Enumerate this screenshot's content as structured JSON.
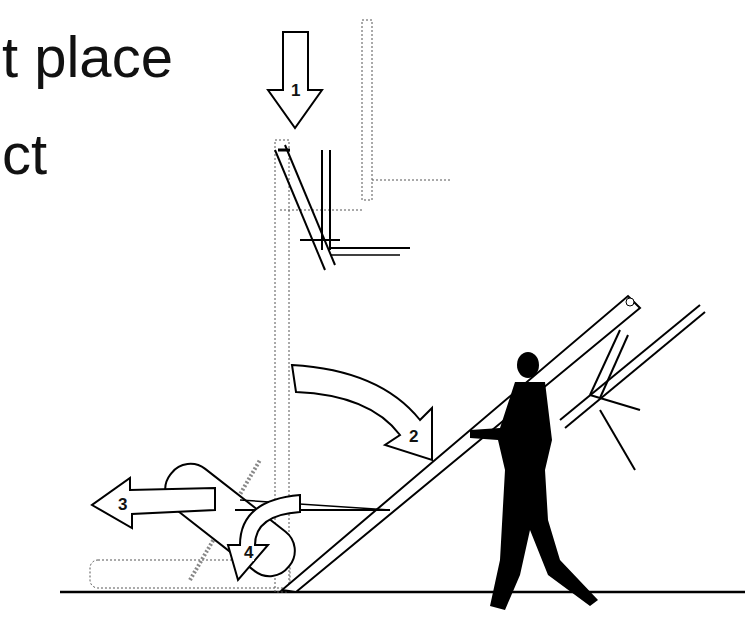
{
  "diagram": {
    "labels": [
      "t place",
      "ct",
      "1",
      "2",
      "3",
      "4"
    ]
  }
}
